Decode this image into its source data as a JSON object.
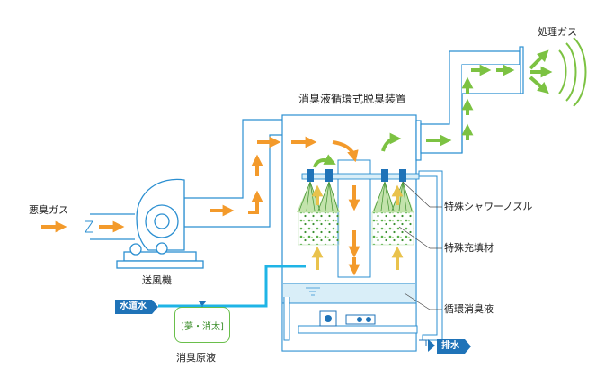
{
  "title": "消臭液循環式脱臭装置",
  "labels": {
    "input_gas": "悪臭ガス",
    "fan": "送風機",
    "output_gas": "処理ガス",
    "shower_nozzle": "特殊シャワーノズル",
    "packing": "特殊充填材",
    "circulating_liquid": "循環消臭液",
    "water_supply": "水道水",
    "drain": "排水",
    "deodorant_stock": "消臭原液",
    "tank_label": "[夢・消太]"
  },
  "colors": {
    "duct_fill": "#ffffff",
    "duct_line": "#2b8fd1",
    "orange_arrow": "#f39a2b",
    "green_arrow": "#7cc242",
    "up_arrow": "#e9c24c",
    "pipe_cyan": "#1fb4e6",
    "liquid": "#d9eef8",
    "tag_blue": "#1f73b8"
  }
}
